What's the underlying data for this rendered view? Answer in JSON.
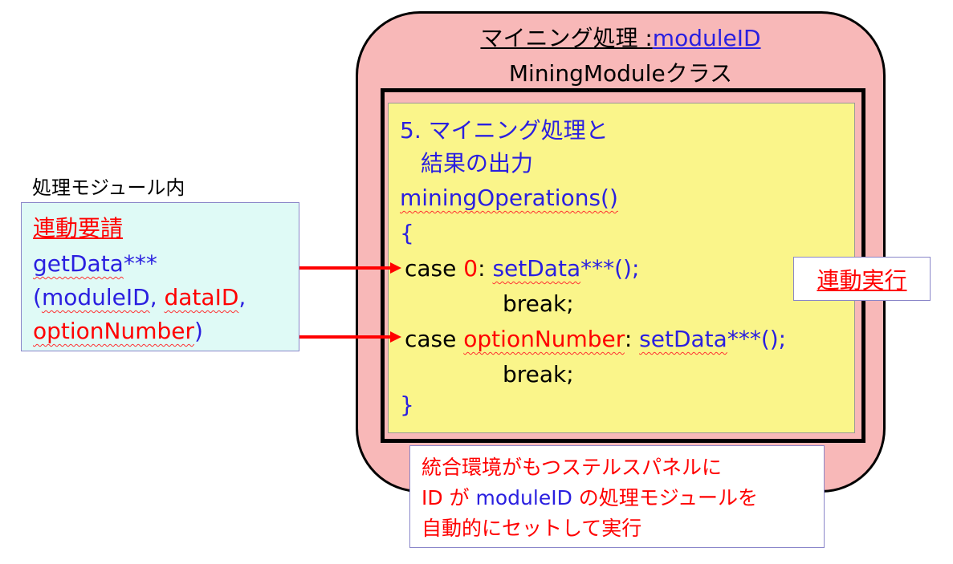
{
  "module": {
    "title_prefix": "マイニング処理 :",
    "title_id": "moduleID",
    "class_name": "MiningModuleクラス"
  },
  "code": {
    "heading_line1": "5. マイニング処理と",
    "heading_line2": "結果の出力",
    "method": "miningOperations()",
    "open_brace": "{",
    "case1_kw": "case ",
    "case1_value": "0",
    "case1_colon": ": ",
    "case1_call": "setData",
    "case1_stars": "***();",
    "break1": "break;",
    "case2_kw": "case ",
    "case2_value": "optionNumber",
    "case2_colon": ": ",
    "case2_call": "setData",
    "case2_stars": "***();",
    "break2": "break;",
    "close_brace": "}"
  },
  "request": {
    "caption": "処理モジュール内",
    "title": "連動要請",
    "func_name": "getData",
    "func_stars": "***",
    "paren_open": "(",
    "arg1": "moduleID",
    "comma1": ", ",
    "arg2": "dataID",
    "comma2": ",",
    "arg3": "optionNumber",
    "paren_close": ")"
  },
  "execution_label": "連動実行",
  "note": {
    "line1": "統合環境がもつステルスパネルに",
    "line2_id": "ID が ",
    "line2_module": "moduleID",
    "line2_rest": " の処理モジュールを",
    "line3": "自動的にセットして実行"
  },
  "colors": {
    "module_fill": "#f8b8b8",
    "code_fill": "#faf58a",
    "request_fill": "#dffaf6",
    "arrow": "#ff0000",
    "code_blue": "#2a1fe0"
  }
}
